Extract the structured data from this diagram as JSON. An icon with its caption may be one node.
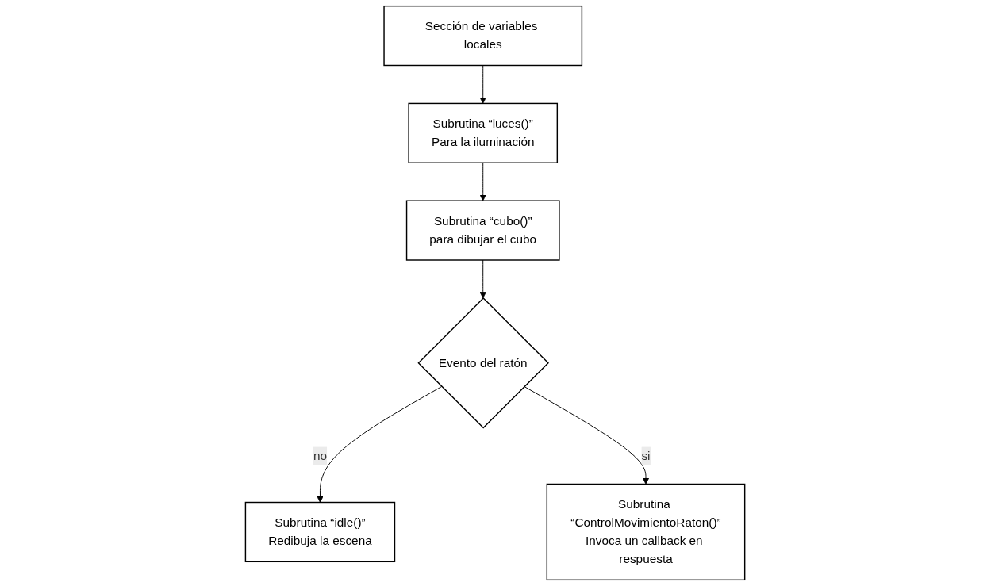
{
  "diagram": {
    "nodes": [
      {
        "text": [
          "Sección de variables locales"
        ]
      },
      {
        "text": [
          "Subrutina “luces()”",
          "Para la iluminación"
        ]
      },
      {
        "text": [
          "Subrutina “cubo()”",
          "para dibujar el cubo"
        ]
      },
      {
        "text": [
          "Evento del ratón"
        ]
      },
      {
        "text": [
          "Subrutina “idle()”",
          "Redibuja la escena"
        ]
      },
      {
        "text": [
          "Subrutina “ControlMovimientoRaton()”",
          "Invoca un callback en respuesta"
        ]
      }
    ],
    "edges": [
      {
        "from": 0,
        "to": 1,
        "arrow": "to"
      },
      {
        "from": 1,
        "to": 2,
        "arrow": "to"
      },
      {
        "from": 2,
        "to": 3,
        "arrow": "to"
      },
      {
        "from": 3,
        "to": 4,
        "arrow": "to",
        "label": "no"
      },
      {
        "from": 3,
        "to": 5,
        "arrow": "to",
        "label": "si"
      }
    ]
  }
}
